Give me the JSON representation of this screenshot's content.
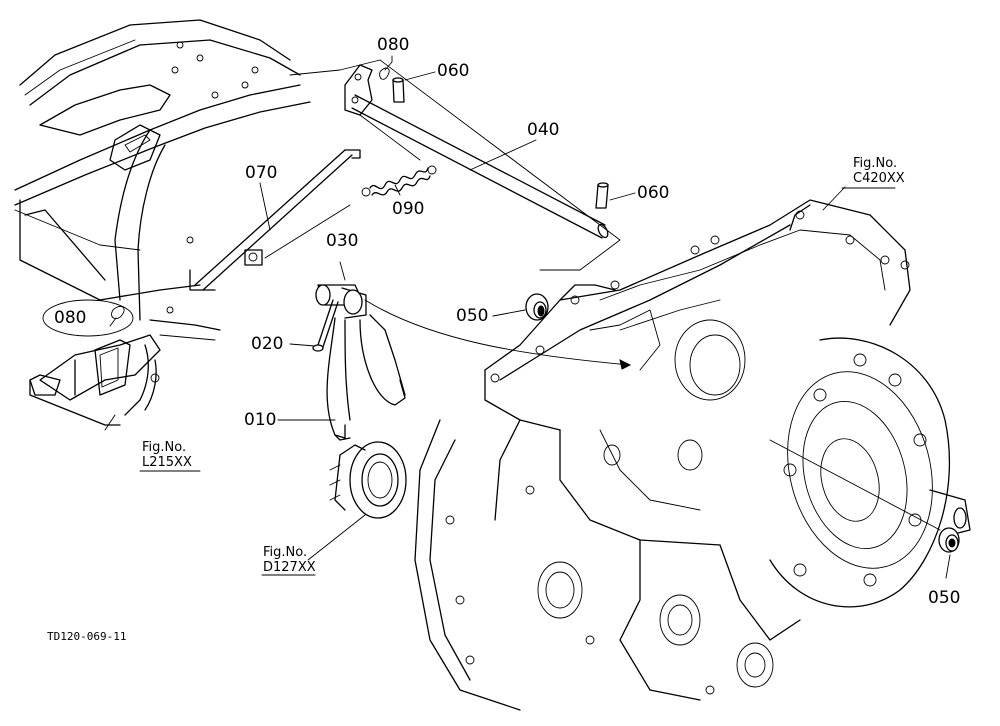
{
  "callouts": {
    "p080_top": "080",
    "p060_top": "060",
    "p040": "040",
    "p070": "070",
    "p090": "090",
    "p060_mid": "060",
    "p030": "030",
    "p050_mid": "050",
    "p080_left": "080",
    "p020": "020",
    "p010": "010",
    "p050_right": "050"
  },
  "figure_refs": {
    "c420": {
      "label": "Fig.No.",
      "code": "C420XX"
    },
    "l215": {
      "label": "Fig.No.",
      "code": "L215XX"
    },
    "d127": {
      "label": "Fig.No.",
      "code": "D127XX"
    }
  },
  "drawing_id": "TD120-069-11"
}
